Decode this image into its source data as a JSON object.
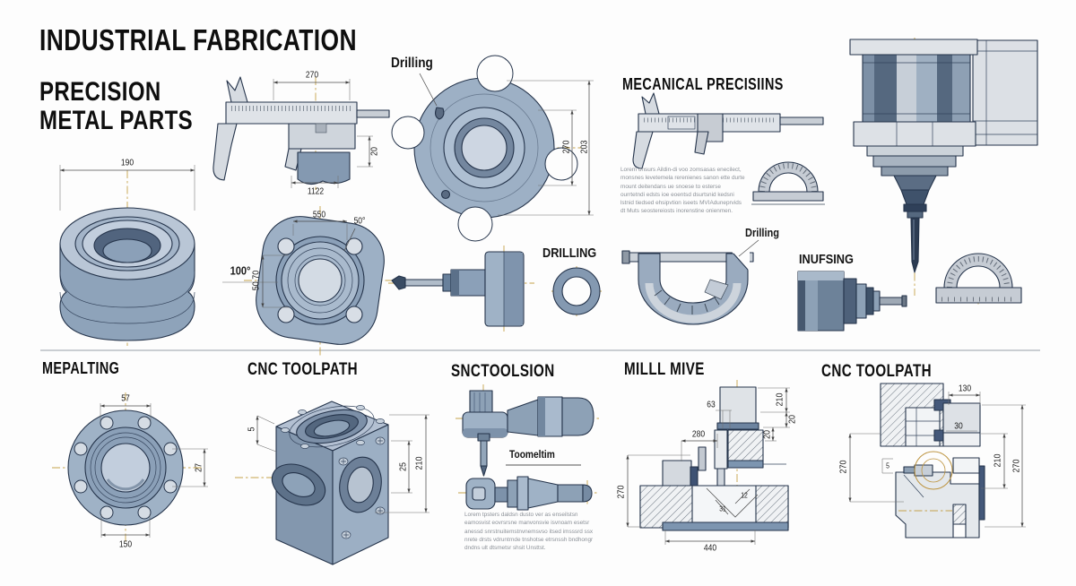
{
  "header": {
    "title": "INDUSTRIAL FABRICATION",
    "subtitle_line1": "PRECISION",
    "subtitle_line2": "METAL PARTS"
  },
  "sections": {
    "mecanical_heading": "MECANICAL PRECISIINS",
    "mecanical_paragraph": "Lorem onsurs Aildin-di voo zomsasas enecilect, monsnes levetemela rerenienes sanon ette durte mount deitendans ue snoese to esterse ourrtetndi edsts ioe eoentsd dsurtsnid kedsni lstnid tiedsed ehsipvtion iseets MVIAduneprvids dt Muts seostereiosts inorenstine onienmen.",
    "mepalting_heading": "MEPALTING",
    "cnc_toolpath_heading": "CNC TOOLPATH",
    "snctoolsion_heading": "SNCTOOLSION",
    "snctoolsion_tool_label": "Toomeltim",
    "snctoolsion_paragraph": "Lorem tpsters daldsn dusto ver as enseilstsn eamosvist eovrsrsne manvonsvie isvnoam esetsr anessd snrstnuitemstnvnemsvso itsed imsssrd ssx nrete drsts vdruntrnde tnshotse etrsnssh bndhongr dndns ult dtsmetsr shsit Unsttst.",
    "millmive_heading": "MILLL MIVE",
    "cnc_toolpath2_heading": "CNC TOOLPATH"
  },
  "labels": {
    "drilling_flange": "Drilling",
    "drilling_ring": "DRILLING",
    "drilling_micrometer": "Drilling",
    "inufsing": "INUFSING"
  },
  "dims": {
    "bearing_w": "190",
    "caliper_top": "270",
    "caliper_bottom": "1122",
    "caliper_right": "20",
    "flange4_d1": "270",
    "flange4_d2": "203",
    "flangetop_w": "550",
    "flangetop_angle": "50°",
    "flangetop_left": "100°",
    "flangetop_v": "50.70",
    "mepalting_top": "57",
    "mepalting_bottom": "150",
    "mepalting_right": "27",
    "cube_left": "5",
    "cube_r1": "25",
    "cube_r2": "210",
    "mill_d1": "63",
    "mill_d2": "280",
    "mill_left": "270",
    "mill_bottom": "440",
    "mill_r1": "210",
    "mill_r2": "20",
    "mill_r3": "20",
    "mill_a1": "31",
    "mill_a2": "12",
    "cnc2_top": "130",
    "cnc2_mid": "30",
    "cnc2_left": "270",
    "cnc2_r1": "210",
    "cnc2_r2": "270",
    "cnc2_small": "5"
  },
  "colors": {
    "centerline_gold": "#c5a24b",
    "part_blue": "#93a7bd",
    "part_navy": "#44587a",
    "steel_light": "#dde1e6",
    "outline": "#25344b"
  }
}
